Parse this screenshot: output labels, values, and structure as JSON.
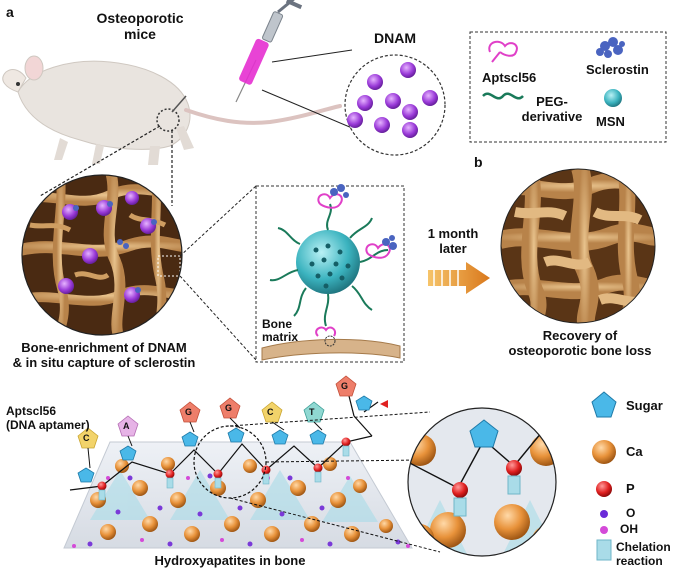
{
  "panels": {
    "a": "a",
    "b": "b"
  },
  "mouse_label": {
    "line1": "Osteoporotic",
    "line2": "mice"
  },
  "dnam_label": "DNAM",
  "legend": {
    "aptamer": "Aptscl56",
    "sclerostin": "Sclerostin",
    "peg": "PEG-",
    "peg2": "derivative",
    "msn": "MSN"
  },
  "time_label": {
    "line1": "1 month",
    "line2": "later"
  },
  "enrichment_caption": {
    "line1": "Bone-enrichment of DNAM",
    "line2": "& in situ capture of sclerostin"
  },
  "recovery_caption": {
    "line1": "Recovery of",
    "line2": "osteoporotic bone loss"
  },
  "bone_matrix_label": {
    "line1": "Bone",
    "line2": "matrix"
  },
  "aptamer_label": {
    "line1": "Aptscl56",
    "line2": "(DNA aptamer)"
  },
  "bases": [
    "C",
    "A",
    "G",
    "G",
    "C",
    "T",
    "G"
  ],
  "bottom_caption": "Hydroxyapatites in bone",
  "chem_legend": {
    "sugar": "Sugar",
    "ca": "Ca",
    "p": "P",
    "o": "O",
    "oh": "OH",
    "chelation1": "Chelation",
    "chelation2": "reaction"
  },
  "colors": {
    "mesh": "#3bb3bf",
    "peg": "#1a7a5a",
    "aptamer": "#e040c8",
    "sclerostin": "#4a64c0",
    "bone": "#d9b17a",
    "dnam": "#9a3ad8",
    "ca": "#e8923a",
    "p": "#e02020",
    "sugar": "#4ab8e8",
    "arrow": "#e8892a"
  }
}
